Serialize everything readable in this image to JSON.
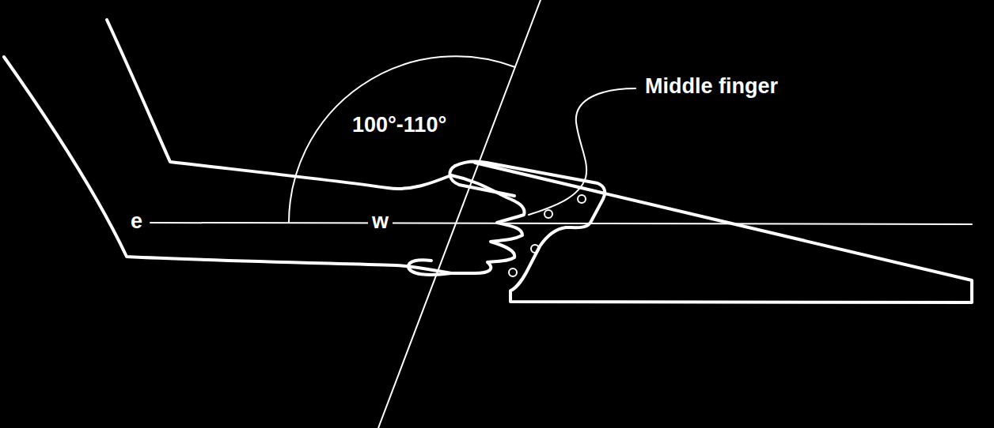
{
  "diagram": {
    "labels": [
      "100°-110°",
      "Middle finger",
      "e",
      "w"
    ]
  }
}
